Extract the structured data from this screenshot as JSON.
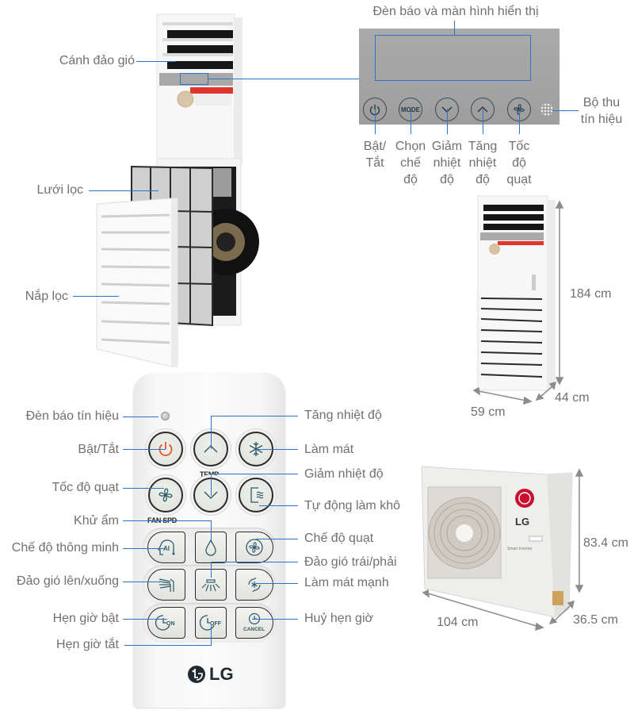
{
  "indoor_unit": {
    "labels": {
      "louver": "Cánh đảo gió",
      "filter_mesh": "Lưới lọc",
      "filter_cover": "Nắp lọc"
    }
  },
  "control_panel": {
    "display_label": "Đèn báo và màn hình hiển thị",
    "mode_button_text": "MODE",
    "receiver_label": [
      "Bộ thu",
      "tín hiệu"
    ],
    "buttons": [
      {
        "icon": "power-icon",
        "label": [
          "Bật/",
          "Tắt"
        ]
      },
      {
        "icon": "mode-icon",
        "label": [
          "Chọn",
          "chế",
          "độ"
        ]
      },
      {
        "icon": "chevron-down-icon",
        "label": [
          "Giảm",
          "nhiệt",
          "độ"
        ]
      },
      {
        "icon": "chevron-up-icon",
        "label": [
          "Tăng",
          "nhiệt",
          "độ"
        ]
      },
      {
        "icon": "fan-icon",
        "label": [
          "Tốc",
          "độ",
          "quạt"
        ]
      }
    ]
  },
  "indoor_dimensions": {
    "height": "184 cm",
    "width": "59 cm",
    "depth": "44 cm"
  },
  "remote": {
    "temp_text": "TEMP",
    "fan_spd_text": "FAN SPD",
    "on_text": "ON",
    "off_text": "OFF",
    "cancel_text": "CANCEL",
    "ai_text": "AI",
    "logo_text": "LG",
    "left_labels": {
      "signal_light": "Đèn báo tín hiệu",
      "power": "Bật/Tắt",
      "fan_speed": "Tốc độ quạt",
      "dehumidify": "Khử ẩm",
      "smart_mode": "Chế độ thông minh",
      "swing_vertical": "Đảo gió lên/xuống",
      "timer_on": "Hẹn giờ bật",
      "timer_off": "Hẹn giờ tắt"
    },
    "right_labels": {
      "temp_up": "Tăng nhiệt độ",
      "cool": "Làm mát",
      "temp_down": "Giảm nhiệt độ",
      "auto_dry": "Tự động làm khô",
      "fan_mode": "Chế độ quạt",
      "swing_horizontal": "Đảo gió trái/phải",
      "jet_cool": "Làm mát mạnh",
      "cancel_timer": "Huỷ hẹn giờ"
    }
  },
  "outdoor_unit": {
    "brand": "LG",
    "badge": "Smart Inverter",
    "dimensions": {
      "height": "83.4 cm",
      "width": "104 cm",
      "depth": "36.5 cm"
    }
  },
  "colors": {
    "callout_line": "#2f74c0",
    "label_text": "#707070",
    "power_accent": "#e8562a",
    "lg_red": "#c8102e"
  }
}
